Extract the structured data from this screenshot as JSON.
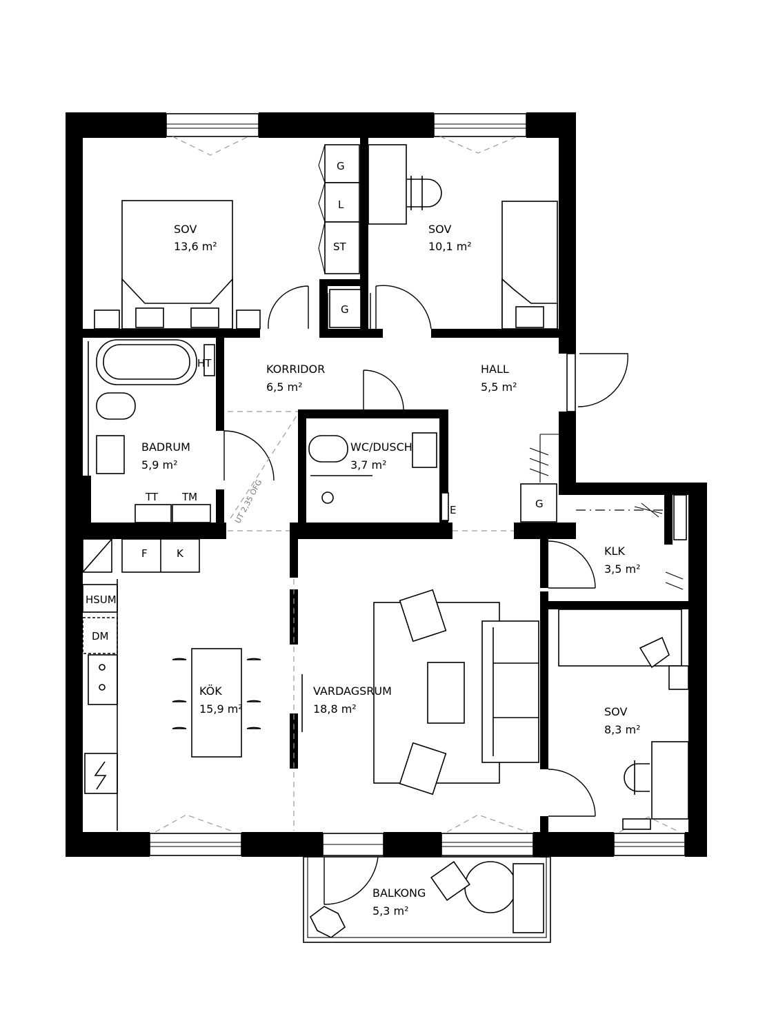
{
  "rooms": {
    "sov1": {
      "name": "SOV",
      "area": "13,6 m²"
    },
    "sov2": {
      "name": "SOV",
      "area": "10,1 m²"
    },
    "korridor": {
      "name": "KORRIDOR",
      "area": "6,5 m²"
    },
    "hall": {
      "name": "HALL",
      "area": "5,5 m²"
    },
    "badrum": {
      "name": "BADRUM",
      "area": "5,9 m²"
    },
    "wc": {
      "name": "WC/DUSCH",
      "area": "3,7 m²"
    },
    "klk": {
      "name": "KLK",
      "area": "3,5 m²"
    },
    "kok": {
      "name": "KÖK",
      "area": "15,9 m²"
    },
    "vardagsrum": {
      "name": "VARDAGSRUM",
      "area": "18,8 m²"
    },
    "sov3": {
      "name": "SOV",
      "area": "8,3 m²"
    },
    "balkong": {
      "name": "BALKONG",
      "area": "5,3 m²"
    }
  },
  "codes": {
    "g_top": "G",
    "l": "L",
    "st": "ST",
    "g_mid": "G",
    "g_hall": "G",
    "ht": "HT",
    "tt": "TT",
    "tm": "TM",
    "f": "F",
    "k": "K",
    "hsum": "HSUM",
    "dm": "DM",
    "e": "E"
  },
  "notes": {
    "opening": "UT 2,35 ÖFG"
  }
}
